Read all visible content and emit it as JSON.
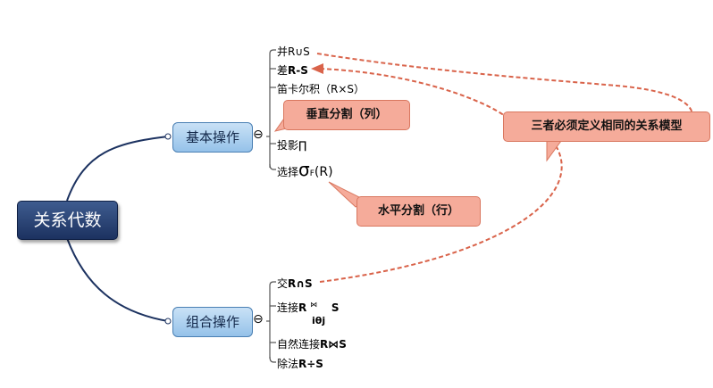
{
  "root": {
    "label": "关系代数"
  },
  "branches": [
    {
      "label": "基本操作",
      "items": [
        {
          "prefix": "并",
          "formula": "R∪S"
        },
        {
          "prefix": "差",
          "formula": "R-S"
        },
        {
          "prefix": "笛卡尔积（R×S）",
          "formula": ""
        },
        {
          "prefix": "投影",
          "formula": "∏"
        },
        {
          "prefix": "选择",
          "formula": "σ",
          "sub": "F",
          "tail": "(R)"
        }
      ]
    },
    {
      "label": "组合操作",
      "items": [
        {
          "prefix": "交",
          "formula": "R∩S"
        },
        {
          "prefix": "连接",
          "formula": "R",
          "mid": "⋈",
          "tail": "S",
          "sub": "iθj"
        },
        {
          "prefix": "自然连接",
          "formula": "R⋈S"
        },
        {
          "prefix": "除法",
          "formula": "R÷S"
        }
      ]
    }
  ],
  "callouts": {
    "vertical": "垂直分割（列）",
    "horizontal": "水平分割（行）",
    "same_model": "三者必须定义相同的关系模型"
  },
  "collapse_symbol": "⊖",
  "colors": {
    "root_fill": "#1c3260",
    "branch_fill": "#a9cdee",
    "connector": "#1c3260",
    "callout_fill": "#f5ab9a",
    "callout_line": "#d9634a"
  }
}
